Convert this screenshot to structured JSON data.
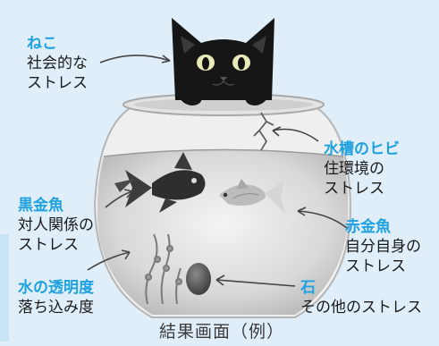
{
  "labels": {
    "cat": {
      "key": "ねこ",
      "desc1": "社会的な",
      "desc2": "ストレス"
    },
    "crack": {
      "key": "水槽のヒビ",
      "desc1": "住環境の",
      "desc2": "ストレス"
    },
    "black_goldfish": {
      "key": "黒金魚",
      "desc1": "対人関係の",
      "desc2": "ストレス"
    },
    "red_goldfish": {
      "key": "赤金魚",
      "desc1": "自分自身の",
      "desc2": "ストレス"
    },
    "clarity": {
      "key": "水の透明度",
      "desc1": "落ち込み度"
    },
    "stone": {
      "key": "石",
      "desc1": "その他のストレス"
    }
  },
  "caption": "結果画面（例）",
  "colors": {
    "accent": "#1fa1e0",
    "background": "#dfeef8",
    "text": "#1a1a1a"
  }
}
